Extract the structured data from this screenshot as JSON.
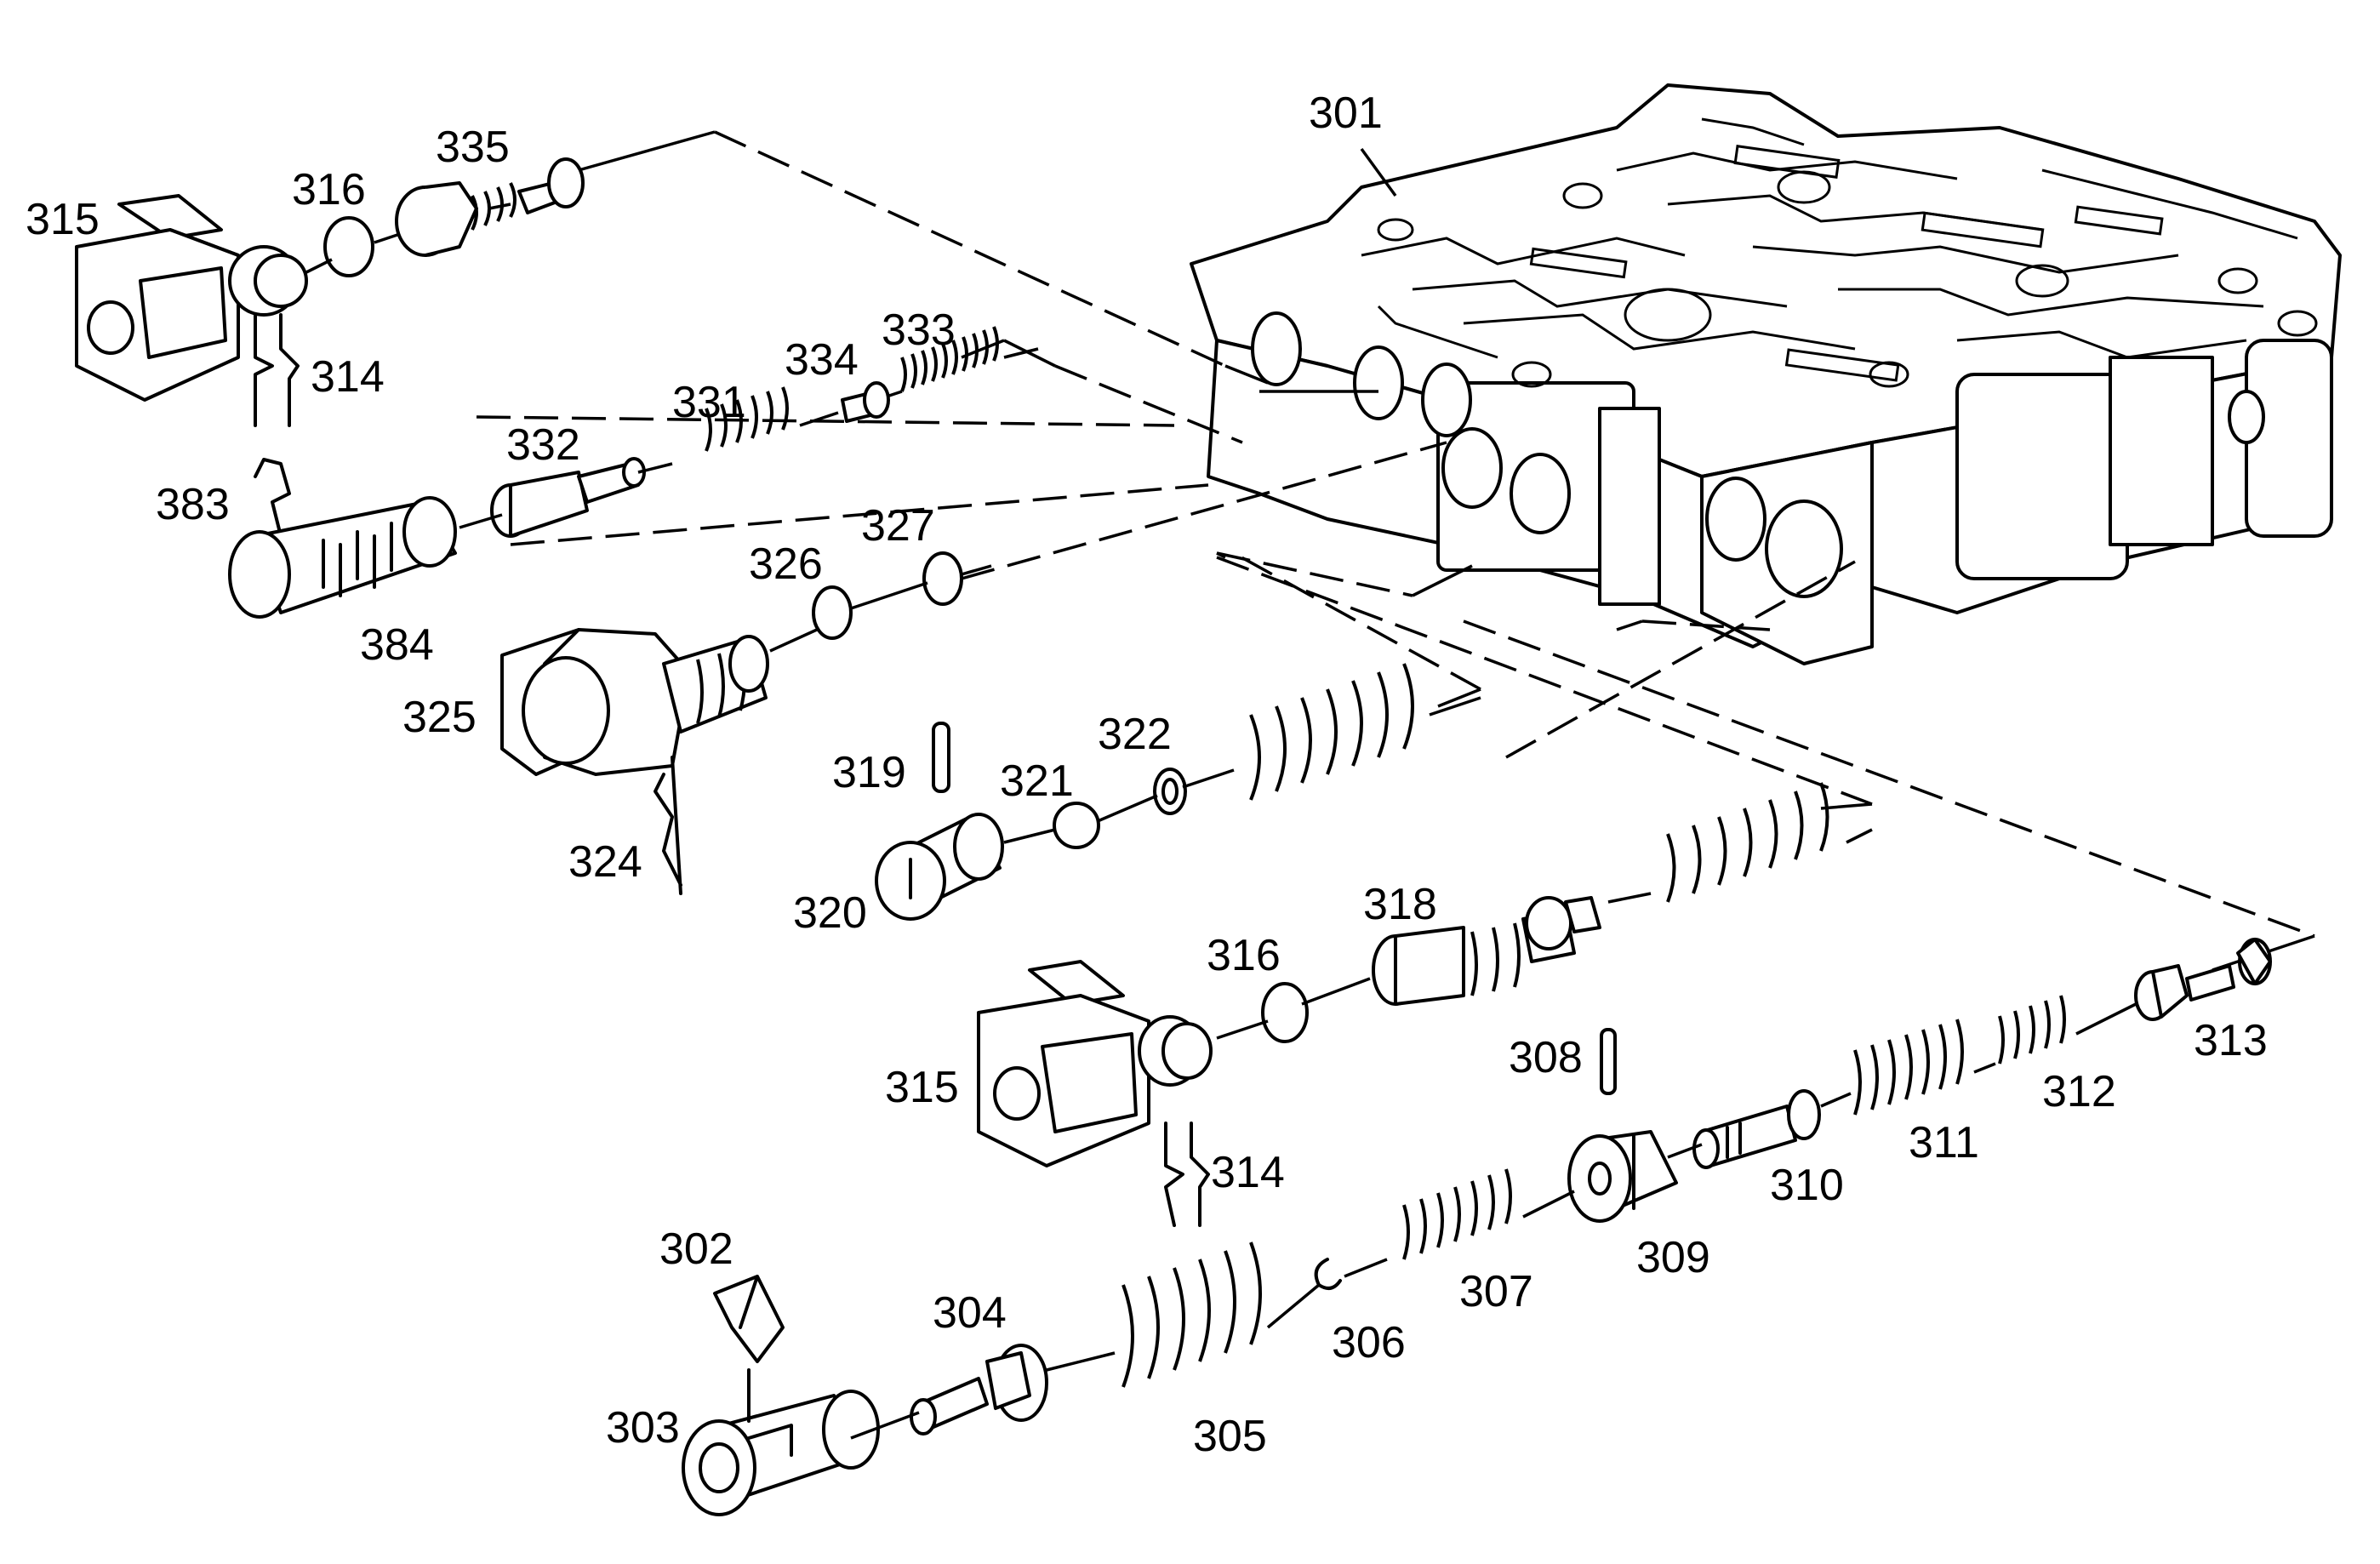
{
  "labels": {
    "l301": "301",
    "l302": "302",
    "l303": "303",
    "l304": "304",
    "l305": "305",
    "l306": "306",
    "l307": "307",
    "l308": "308",
    "l309": "309",
    "l310": "310",
    "l311": "311",
    "l312": "312",
    "l313": "313",
    "l314a": "314",
    "l314b": "314",
    "l315a": "315",
    "l315b": "315",
    "l316a": "316",
    "l316b": "316",
    "l318": "318",
    "l319": "319",
    "l320": "320",
    "l321": "321",
    "l322": "322",
    "l324": "324",
    "l325": "325",
    "l326": "326",
    "l327": "327",
    "l331": "331",
    "l332": "332",
    "l333": "333",
    "l334": "334",
    "l335": "335",
    "l383": "383",
    "l384": "384"
  }
}
